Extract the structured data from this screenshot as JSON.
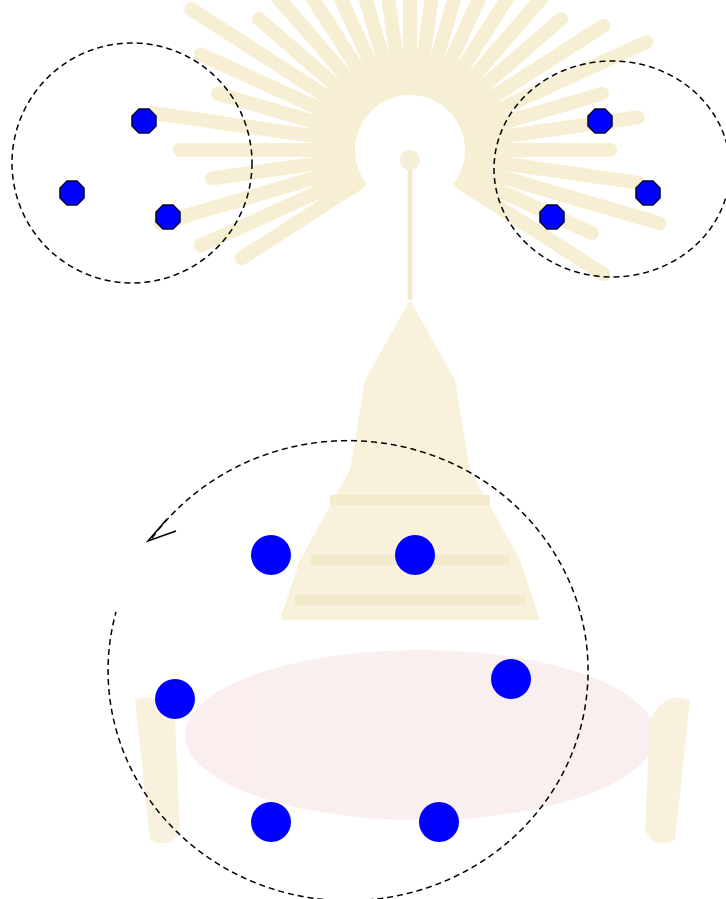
{
  "colors": {
    "node_fill": "#0000ff",
    "node_stroke": "#000033",
    "circle_stroke": "#000000",
    "watermark_gold": "#f1e3b0",
    "watermark_pink": "#f4dede"
  },
  "watermark": {
    "icon": "university-emblem-watermark-icon"
  },
  "diagram": {
    "groups": [
      {
        "id": "top-left-cluster",
        "node_shape": "octagon",
        "node_count": 3
      },
      {
        "id": "top-right-cluster",
        "node_shape": "octagon",
        "node_count": 3
      },
      {
        "id": "bottom-ring",
        "node_shape": "circle",
        "node_count": 6,
        "arrow": "counter-clockwise"
      }
    ]
  }
}
